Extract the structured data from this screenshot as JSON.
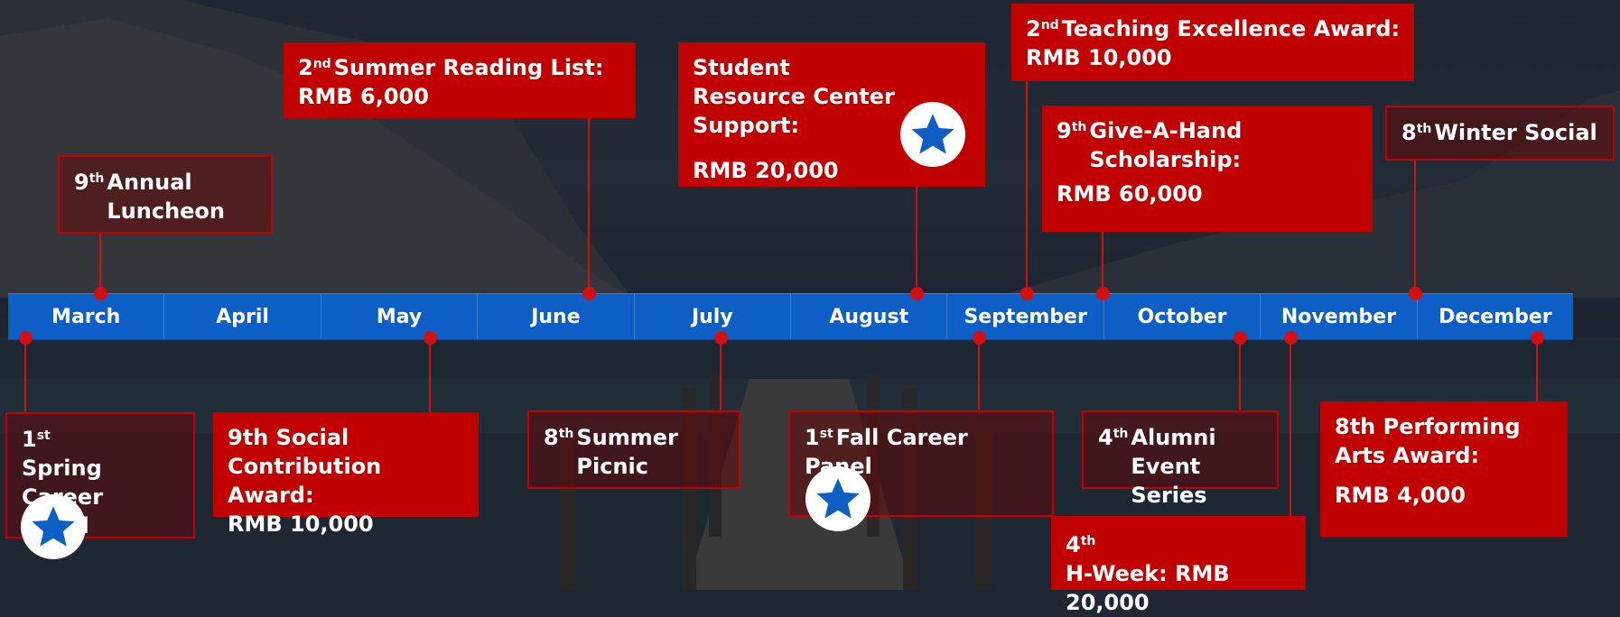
{
  "months": [
    "March",
    "April",
    "May",
    "June",
    "July",
    "August",
    "September",
    "October",
    "November",
    "December"
  ],
  "above": [
    {
      "ord": "9",
      "sup": "th",
      "title": "Annual Luncheon",
      "amount": ""
    },
    {
      "ord": "2",
      "sup": "nd",
      "title": "Summer Reading List:",
      "amount": "RMB 6,000"
    },
    {
      "ord": "",
      "sup": "",
      "title": "Student Resource Center Support:",
      "amount": "RMB 20,000"
    },
    {
      "ord": "2",
      "sup": "nd",
      "title": "Teaching Excellence Award:",
      "amount": "RMB 10,000"
    },
    {
      "ord": "9",
      "sup": "th",
      "title": "Give-A-Hand Scholarship:",
      "amount": "RMB 60,000"
    },
    {
      "ord": "8",
      "sup": "th",
      "title": "Winter Social",
      "amount": ""
    }
  ],
  "below": [
    {
      "ord": "1",
      "sup": "st",
      "title": "Spring Career Panel",
      "amount": ""
    },
    {
      "ord": "",
      "sup": "",
      "title": "9th Social Contribution Award:",
      "amount": "RMB 10,000"
    },
    {
      "ord": "8",
      "sup": "th",
      "title": "Summer Picnic",
      "amount": ""
    },
    {
      "ord": "1",
      "sup": "st",
      "title": "Fall Career Panel",
      "amount": ""
    },
    {
      "ord": "4",
      "sup": "th",
      "title": "Alumni Event Series",
      "amount": ""
    },
    {
      "ord": "4",
      "sup": "th",
      "title": "H-Week: RMB 20,000",
      "amount": ""
    },
    {
      "ord": "",
      "sup": "",
      "title": "8th Performing Arts Award:",
      "amount": "RMB 4,000"
    }
  ],
  "colors": {
    "axis": "#0d5fc6",
    "event": "#c10000",
    "star": "#0d5fc6"
  },
  "icons": {
    "featured": "star-icon"
  }
}
